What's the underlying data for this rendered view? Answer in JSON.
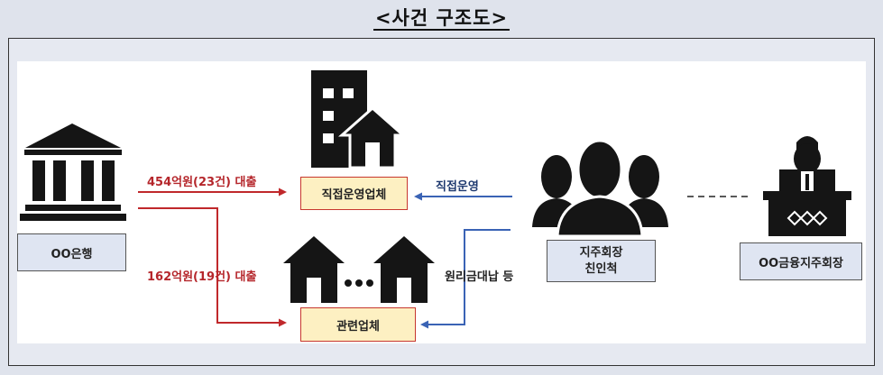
{
  "title": "<사건 구조도>",
  "nodes": {
    "bank": "OO은행",
    "direct_company": "직접운영업체",
    "related_company": "관련업체",
    "chairman": [
      "지주회장",
      "친인척"
    ],
    "holding": "OO금융지주회장"
  },
  "edges": {
    "loan_direct": "454억원(23건) 대출",
    "loan_related": "162억원(19건) 대출",
    "direct_operation": "직접운영",
    "repayment": "원리금대납 등"
  },
  "colors": {
    "loan_arrow": "#c0282b",
    "operation_arrow": "#3a63b5",
    "icon": "#151515"
  },
  "icons": [
    "bank-icon",
    "building-icon",
    "house-icon",
    "people-group-icon",
    "judge-podium-icon"
  ]
}
